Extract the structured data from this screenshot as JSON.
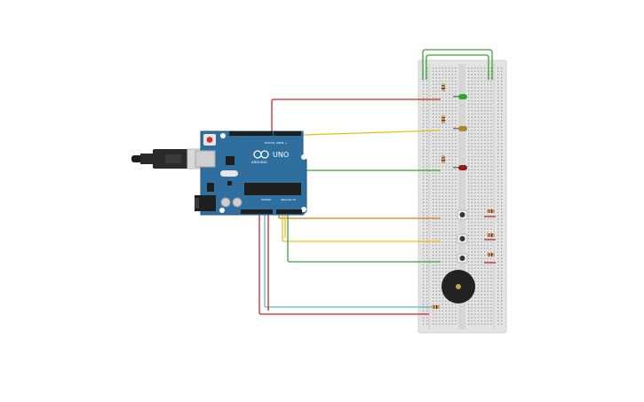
{
  "board": {
    "brand": "ARDUINO",
    "model": "UNO",
    "label_digital": "DIGITAL (PWM~)",
    "label_analog": "ANALOG IN",
    "label_power": "POWER"
  },
  "colors": {
    "background": "#ffffff",
    "arduino_blue": "#2f6fa0",
    "breadboard": "#e3e3e3",
    "wire_red": "#c62828",
    "wire_yellow": "#e2c21a",
    "wire_green": "#3aa23a",
    "wire_orange": "#e07a1a",
    "wire_cyan": "#5fb3cc",
    "led_green": "#2fa52f",
    "led_yellow": "#a58a2a",
    "led_red": "#8e1c1c",
    "buzzer": "#222222"
  },
  "components": {
    "leds": [
      "green-led",
      "yellow-led",
      "red-led"
    ],
    "pushbuttons": 3,
    "resistors": 7,
    "buzzer": "piezo-buzzer-icon"
  }
}
